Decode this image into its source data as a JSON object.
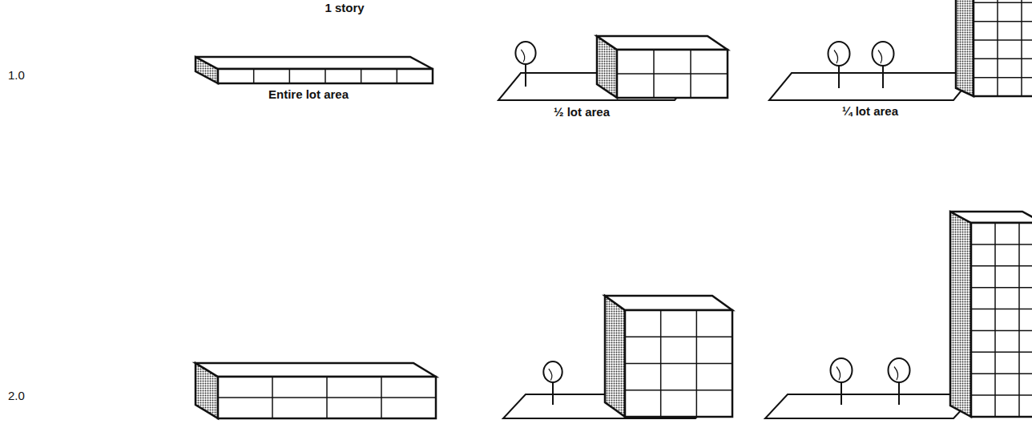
{
  "diagram": {
    "labels": [
      "1.0",
      "1 story",
      "Entire lot area",
      "½ lot area",
      "¼ lot area",
      "2.0"
    ]
  }
}
